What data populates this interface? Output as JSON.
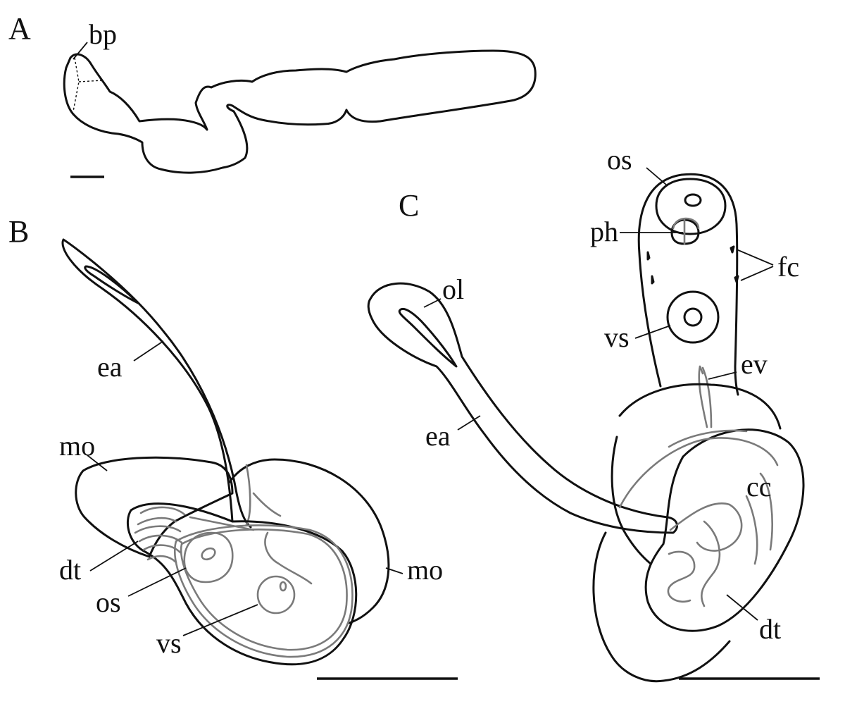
{
  "panels": {
    "a": {
      "letter": "A",
      "labels": {
        "bp": "bp"
      }
    },
    "b": {
      "letter": "B",
      "labels": {
        "ea": "ea",
        "mo_left": "mo",
        "mo_right": "mo",
        "dt": "dt",
        "os": "os",
        "vs": "vs"
      }
    },
    "c": {
      "letter": "C",
      "labels": {
        "os": "os",
        "ph": "ph",
        "fc": "fc",
        "ol": "ol",
        "vs": "vs",
        "ev": "ev",
        "ea": "ea",
        "cc": "cc",
        "dt": "dt"
      }
    }
  },
  "colors": {
    "outline": "#111111",
    "internal_structures": "#7a7a7a",
    "background": "#ffffff"
  }
}
